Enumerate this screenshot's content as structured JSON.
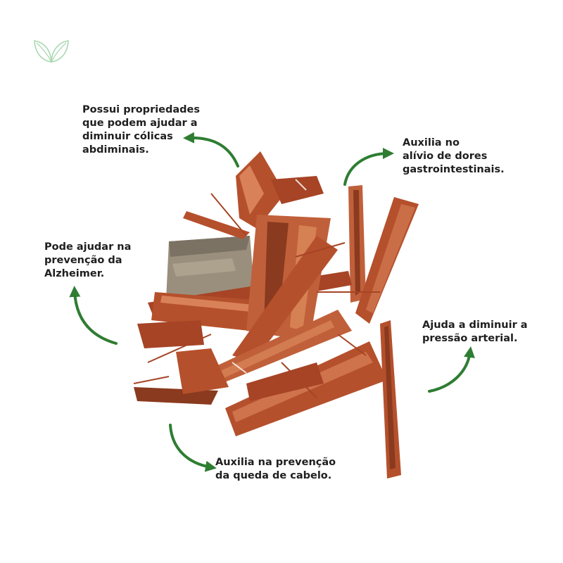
{
  "brand": {
    "logo_icon": "leaf-pair-icon",
    "logo_color": "#a8d8b0"
  },
  "accent_color": "#2e7d32",
  "bark_colors": {
    "main": "#b5502c",
    "dark": "#8a3a1e",
    "light": "#d9825a",
    "grey": "#8c8373"
  },
  "callouts": {
    "colic": [
      "Possui propriedades",
      "que podem ajudar a",
      "diminuir cólicas",
      "abdiminais."
    ],
    "gastro": [
      "Auxilia no",
      "alívio de dores",
      "gastrointestinais."
    ],
    "alzheimer": [
      "Pode ajudar na",
      "prevenção da",
      "Alzheimer."
    ],
    "pressure": [
      "Ajuda a diminuir a",
      "pressão arterial."
    ],
    "hair": [
      "Auxilia na prevenção",
      "da queda de cabelo."
    ]
  }
}
